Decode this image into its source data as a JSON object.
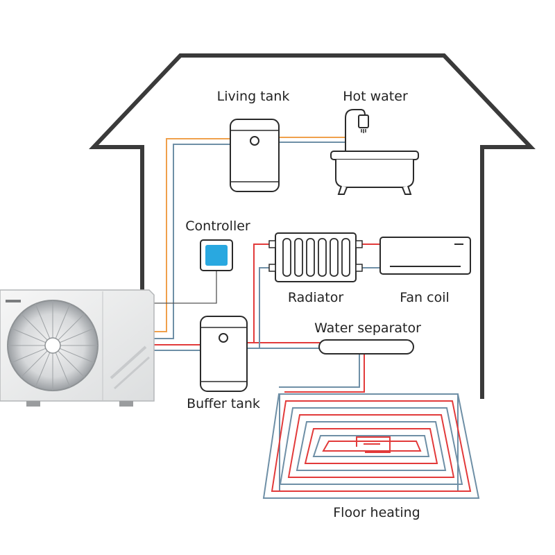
{
  "labels": {
    "living_tank": "Living tank",
    "hot_water": "Hot water",
    "controller": "Controller",
    "radiator": "Radiator",
    "fan_coil": "Fan coil",
    "water_separator": "Water separator",
    "buffer_tank": "Buffer tank",
    "floor_heating": "Floor heating"
  },
  "colors": {
    "house_outline": "#3a3a3a",
    "pipe_hot": "#e23a3a",
    "pipe_cold": "#6e8fa6",
    "pipe_dhw": "#f0a04b",
    "controller_screen": "#29a8e0",
    "device_stroke": "#2a2a2a"
  },
  "icons": {
    "heat_pump": "heat-pump-unit-icon",
    "fan": "fan-icon",
    "tank": "tank-icon",
    "bathtub": "bathtub-icon",
    "shower": "shower-head-icon",
    "controller": "controller-icon",
    "radiator": "radiator-icon",
    "fan_coil": "fan-coil-icon",
    "separator": "water-separator-icon",
    "floor_loop": "floor-heating-loop-icon"
  }
}
